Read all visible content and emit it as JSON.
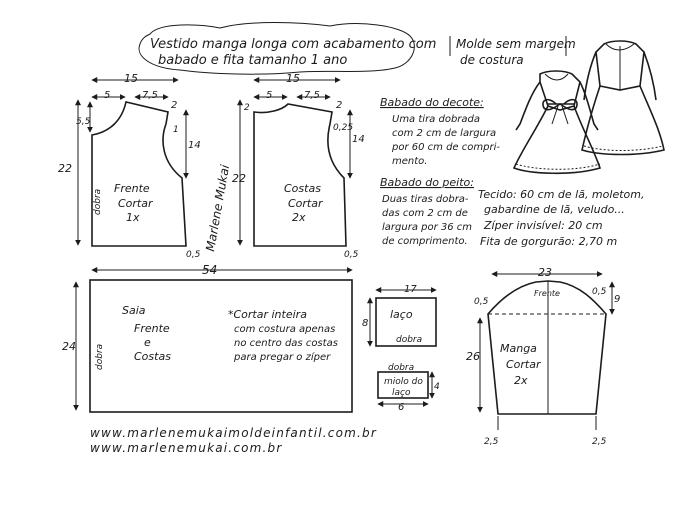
{
  "title": {
    "line1": "Vestido manga longa com acabamento com",
    "line2": "babado e fita tamanho 1 ano"
  },
  "note": {
    "line1": "Molde sem margem",
    "line2": "de costura"
  },
  "front": {
    "name": "Frente",
    "cut1": "Cortar",
    "cut2": "1x",
    "fold": "dobra",
    "width": "15",
    "neck_width": "5",
    "shoulder": "7,5",
    "shoulder_drop": "2",
    "neck_depth": "5,5",
    "armhole_mark": "1",
    "armhole": "14",
    "height": "22",
    "hem": "0,5"
  },
  "back": {
    "name": "Costas",
    "cut1": "Cortar",
    "cut2": "2x",
    "width": "15",
    "neck_width": "5",
    "shoulder": "7,5",
    "shoulder_drop": "2",
    "neck_depth": "2",
    "armhole_mark": "0,25",
    "armhole": "14",
    "height": "22",
    "hem": "0,5"
  },
  "signature": "Marlene Mukai",
  "ruffles": {
    "neck_title": "Babado do decote:",
    "neck_lines": [
      "Uma tira dobrada",
      "com 2 cm de largura",
      "por 60 cm de compri-",
      "mento."
    ],
    "chest_title": "Babado do peito:",
    "chest_lines": [
      "Duas tiras dobra-",
      "das com 2 cm de",
      "largura por 36 cm",
      "de comprimento."
    ]
  },
  "materials": [
    "Tecido: 60 cm de lã, moletom,",
    "gabardine de lã, veludo...",
    "Zíper invisível: 20 cm",
    "Fita de gorgurão: 2,70 m"
  ],
  "skirt": {
    "name": "Saia",
    "line2": "Frente",
    "line3": "e",
    "line4": "Costas",
    "fold": "dobra",
    "width": "54",
    "height": "24",
    "instr": [
      "*Cortar inteira",
      "com costura apenas",
      "no centro das costas",
      "para pregar o zíper"
    ]
  },
  "bow": {
    "name": "laço",
    "width": "17",
    "height": "8",
    "fold": "dobra"
  },
  "bow_center": {
    "fold": "dobra",
    "name1": "miolo do",
    "name2": "laço",
    "width": "6",
    "height": "4"
  },
  "sleeve": {
    "name": "Manga",
    "cut1": "Cortar",
    "cut2": "2x",
    "front_mark": "Frente",
    "width": "23",
    "cap_left": "0,5",
    "cap_right": "0,5",
    "cap_height": "9",
    "height": "26",
    "hem_left": "2,5",
    "hem_right": "2,5"
  },
  "urls": [
    "www.marlenemukaimoldeinfantil.com.br",
    "www.marlenemukai.com.br"
  ]
}
